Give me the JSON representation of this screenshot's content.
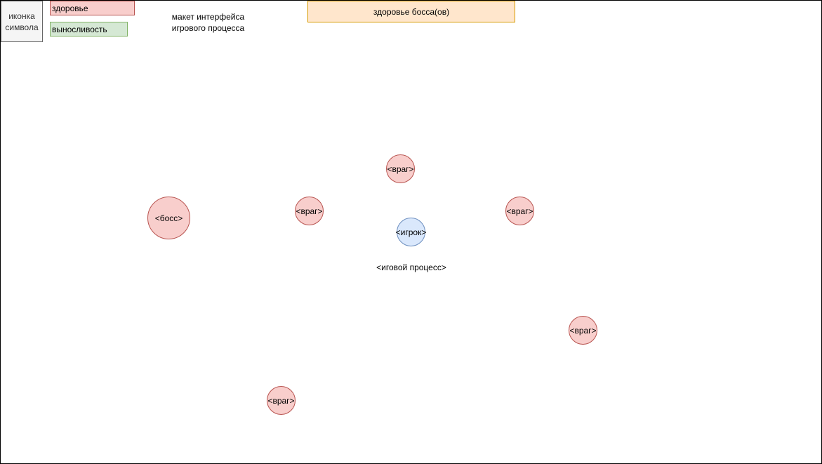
{
  "hud": {
    "portrait_label_line1": "иконка",
    "portrait_label_line2": "символа",
    "health_label": "здоровье",
    "stamina_label": "выносливость",
    "caption_line1": "макет интерфейса",
    "caption_line2": "игрового процесса",
    "boss_health_label": "здоровье босса(ов)"
  },
  "scene": {
    "boss_label": "<босс>",
    "player_label": "<игрок>",
    "gameplay_label": "<иговой процесс>",
    "enemies": [
      {
        "label": "<враг>"
      },
      {
        "label": "<враг>"
      },
      {
        "label": "<враг>"
      },
      {
        "label": "<враг>"
      },
      {
        "label": "<враг>"
      }
    ]
  },
  "colors": {
    "enemy_fill": "#f8cecc",
    "enemy_stroke": "#b85450",
    "player_fill": "#dae8fc",
    "player_stroke": "#6c8ebf",
    "stamina_fill": "#d5e8d4",
    "boss_bar_fill": "#ffe6cc"
  }
}
